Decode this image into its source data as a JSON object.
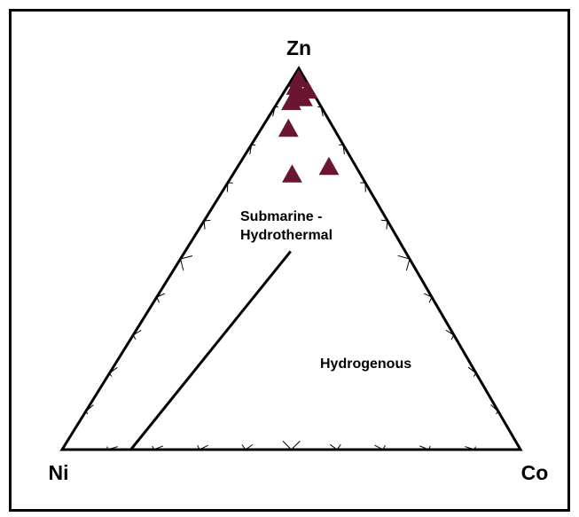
{
  "chart_data": {
    "type": "ternary",
    "apices": {
      "top": "Zn",
      "left": "Ni",
      "right": "Co"
    },
    "fields": {
      "upper_line1": "Submarine -",
      "upper_line2": "Hydrothermal",
      "lower": "Hydrogenous"
    },
    "boundary": [
      {
        "Zn": 0,
        "Ni": 85,
        "Co": 15
      },
      {
        "Zn": 52,
        "Ni": 25,
        "Co": 23
      }
    ],
    "tick_interval": 10,
    "series": [
      {
        "marker": "triangle",
        "color": "#6b1530",
        "points": [
          {
            "Zn": 97,
            "Ni": 1.5,
            "Co": 1.5
          },
          {
            "Zn": 95,
            "Ni": 3,
            "Co": 2
          },
          {
            "Zn": 94,
            "Ni": 1,
            "Co": 5
          },
          {
            "Zn": 93,
            "Ni": 4,
            "Co": 3
          },
          {
            "Zn": 92,
            "Ni": 3,
            "Co": 5
          },
          {
            "Zn": 91,
            "Ni": 6,
            "Co": 3
          },
          {
            "Zn": 84,
            "Ni": 10,
            "Co": 6
          },
          {
            "Zn": 72,
            "Ni": 15,
            "Co": 13
          },
          {
            "Zn": 74,
            "Ni": 6,
            "Co": 20
          }
        ]
      }
    ]
  }
}
